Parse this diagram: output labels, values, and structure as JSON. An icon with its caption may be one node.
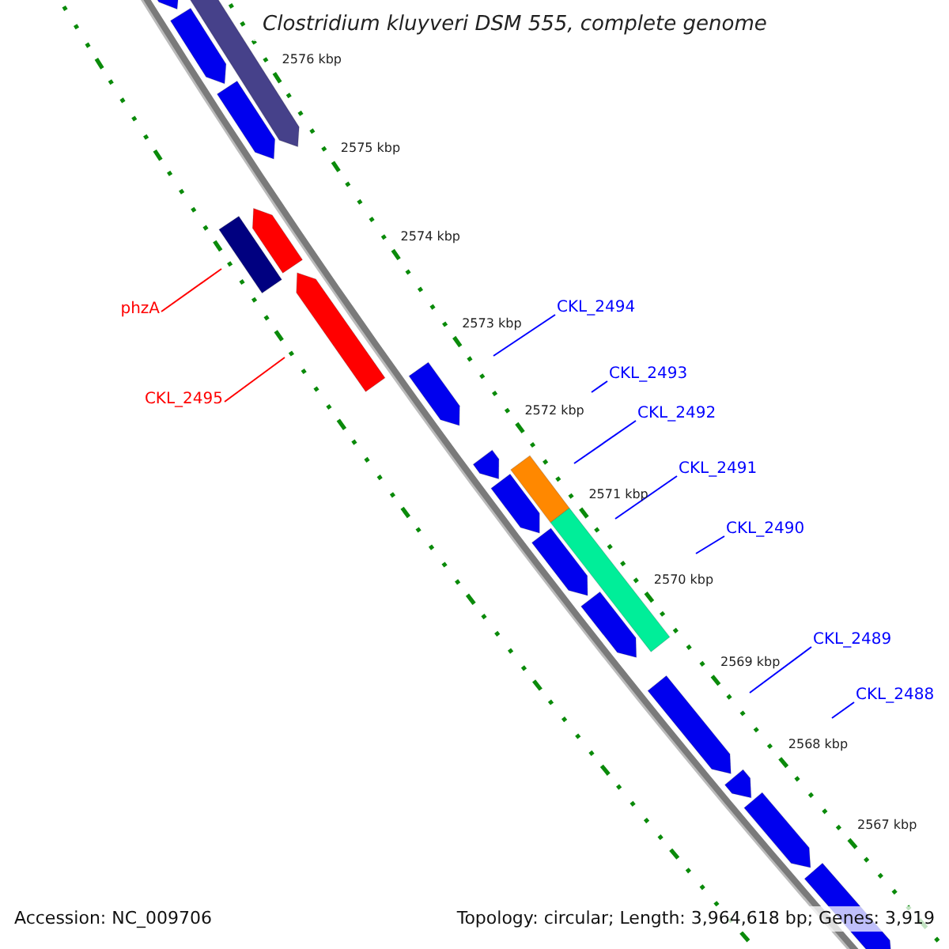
{
  "diagram": {
    "title": "Clostridium kluyveri DSM 555, complete genome",
    "nodes": [
      {
        "text": [
          "CKL_2494"
        ]
      },
      {
        "text": [
          "phzA"
        ]
      },
      {
        "text": [
          "CKL_2493"
        ]
      },
      {
        "text": [
          "CKL_2495"
        ]
      },
      {
        "text": [
          "CKL_2492"
        ]
      },
      {
        "text": [
          "CKL_2491"
        ]
      },
      {
        "text": [
          "CKL_2490"
        ]
      },
      {
        "text": [
          "CKL_2489"
        ]
      },
      {
        "text": [
          "CKL_2488"
        ]
      }
    ],
    "edges": [
      {
        "from": 0,
        "to": null,
        "arrow": "none"
      },
      {
        "from": 1,
        "to": null,
        "arrow": "none",
        "color": "#ff0000"
      },
      {
        "from": 2,
        "to": null,
        "arrow": "none"
      },
      {
        "from": 3,
        "to": null,
        "arrow": "none",
        "color": "#ff0000"
      },
      {
        "from": 4,
        "to": null,
        "arrow": "none"
      },
      {
        "from": 5,
        "to": null,
        "arrow": "none"
      },
      {
        "from": 6,
        "to": null,
        "arrow": "none"
      },
      {
        "from": 7,
        "to": null,
        "arrow": "none"
      },
      {
        "from": 8,
        "to": null,
        "arrow": "none"
      }
    ],
    "labels": [
      "2576 kbp",
      "2575 kbp",
      "2574 kbp",
      "2573 kbp",
      "2572 kbp",
      "2571 kbp",
      "2570 kbp",
      "2569 kbp",
      "2568 kbp",
      "2567 kbp",
      "Accession: NC_009706",
      "Topology: circular; Length: 3,964,618 bp; Genes: 3,919"
    ]
  }
}
